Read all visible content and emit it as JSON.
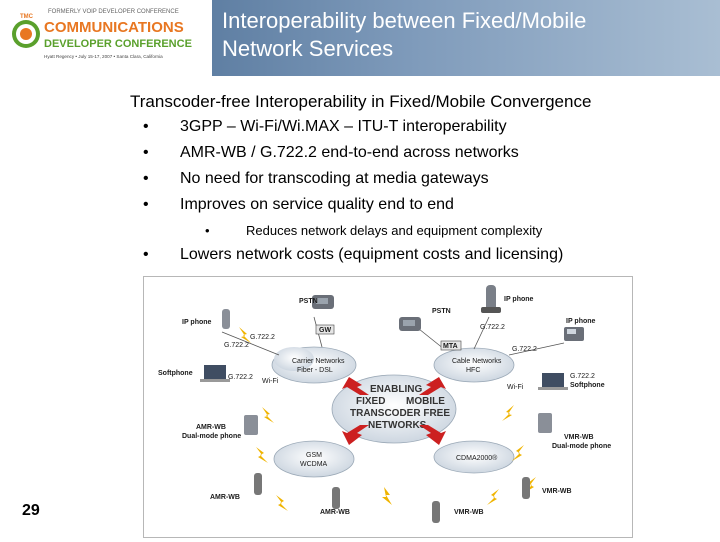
{
  "header": {
    "logo": {
      "line1": "FORMERLY VOIP DEVELOPER CONFERENCE",
      "line2": "COMMUNICATIONS",
      "line3": "DEVELOPER CONFERENCE",
      "line4": "Hyatt Regency • July 15-17, 2007 • Santa Clara, California",
      "badge": "TMC"
    },
    "title_line1": "Interoperability between Fixed/Mobile",
    "title_line2": "Network Services",
    "colors": {
      "band": "#7f9bbb",
      "logo_orange": "#e87722",
      "logo_green": "#5aa02c"
    }
  },
  "heading": "Transcoder-free Interoperability in Fixed/Mobile Convergence",
  "bullets": [
    "3GPP – Wi-Fi/Wi.MAX – ITU-T interoperability",
    "AMR-WB / G.722.2 end-to-end across networks",
    "No need for transcoding at media gateways",
    "Improves on service quality end to end"
  ],
  "sub_bullet": "Reduces network delays and equipment complexity",
  "last_bullet": "Lowers network costs (equipment costs and licensing)",
  "bullet_glyph": "•",
  "diagram": {
    "center": [
      "ENABLING",
      "FIXED",
      "MOBILE",
      "TRANSCODER FREE",
      "NETWORKS"
    ],
    "clouds": {
      "carrier": [
        "Carrier Networks",
        "Fiber - DSL"
      ],
      "cable": [
        "Cable Networks",
        "HFC"
      ],
      "gsm": [
        "GSM",
        "WCDMA"
      ],
      "cdma": "CDMA2000®"
    },
    "labels": {
      "pstn_left": "PSTN",
      "pstn_right": "PSTN",
      "gw": "GW",
      "mta": "MTA",
      "ip_phone_left": "IP phone",
      "ip_phone_top": "IP phone",
      "ip_phone_right": "IP phone",
      "g7222_1": "G.722.2",
      "g7222_2": "G.722.2",
      "g7222_3": "G.722.2",
      "g7222_4": "G.722.2",
      "g7222_5": "G.722.2",
      "softphone_left": "Softphone",
      "softphone_right": "Softphone",
      "g7222_softphone": "G.722.2",
      "wifi_left": "Wi-Fi",
      "wifi_right": "Wi-Fi",
      "amrwb_dual_left": [
        "AMR-WB",
        "Dual-mode phone"
      ],
      "vmrwb_dual_right": [
        "VMR-WB",
        "Dual-mode phone"
      ],
      "amrwb_bottom_left": "AMR-WB",
      "amrwb_bottom": "AMR-WB",
      "vmrwb_bottom": "VMR-WB",
      "vmrwb_right": "VMR-WB"
    }
  },
  "page_number": "29"
}
